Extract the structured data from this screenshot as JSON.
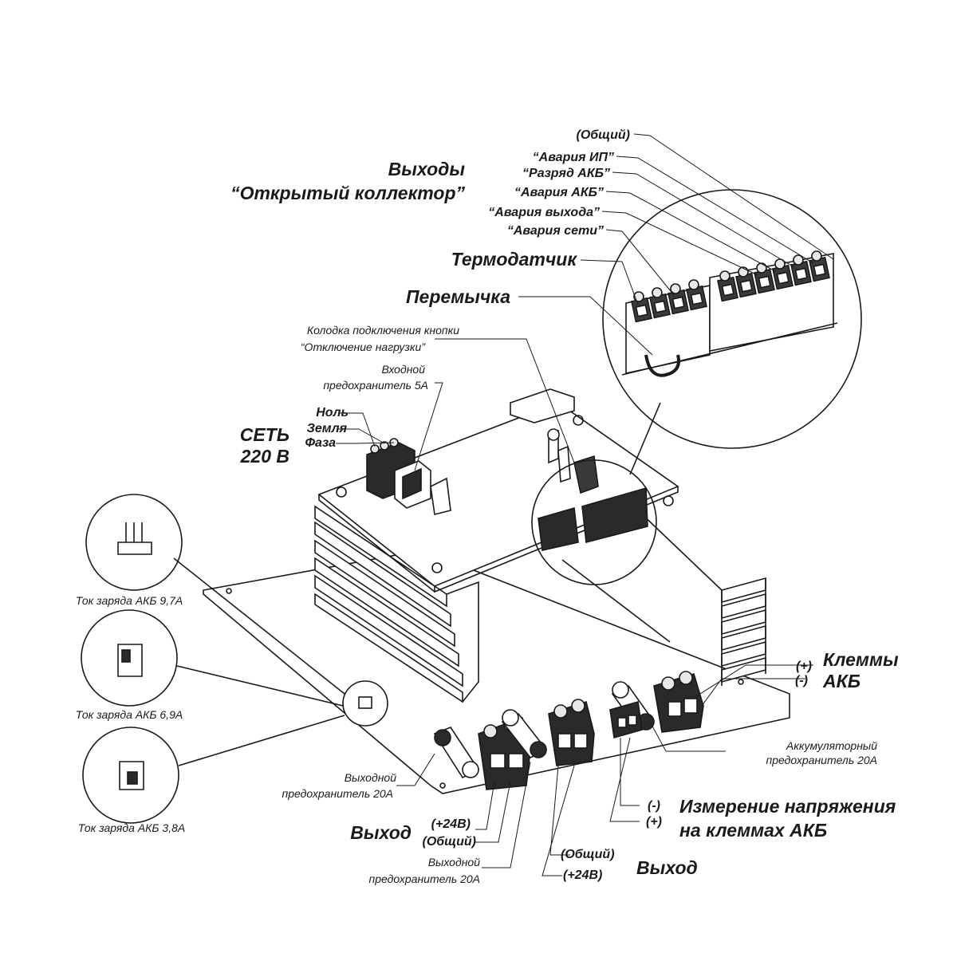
{
  "open_collector": {
    "title_line1": "Выходы",
    "title_line2": "“Открытый коллектор”",
    "terminals": [
      "(Общий)",
      "“Авария ИП”",
      "“Разряд АКБ”",
      "“Авария АКБ”",
      "“Авария выхода”",
      "“Авария сети”"
    ]
  },
  "thermo_label": "Термодатчик",
  "jumper_label": "Перемычка",
  "button_block": {
    "line1": "Колодка подключения кнопки",
    "line2": "“Отключение нагрузки”"
  },
  "input_fuse": {
    "line1": "Входной",
    "line2": "предохранитель 5А"
  },
  "mains": {
    "title_line1": "СЕТЬ",
    "title_line2": "220 В",
    "wires": [
      "Ноль",
      "Земля",
      "Фаза"
    ]
  },
  "charge_current": [
    "Ток заряда АКБ 9,7А",
    "Ток заряда АКБ 6,9А",
    "Ток заряда АКБ 3,8А"
  ],
  "battery_terminals": {
    "plus": "(+)",
    "minus": "(-)",
    "title_line1": "Клеммы",
    "title_line2": "АКБ"
  },
  "battery_fuse": {
    "line1": "Аккумуляторный",
    "line2": "предохранитель 20А"
  },
  "voltage_measure": {
    "minus": "(-)",
    "plus": "(+)",
    "line1": "Измерение напряжения",
    "line2": "на клеммах АКБ"
  },
  "output_fuse_left": {
    "line1": "Выходной",
    "line2": "предохранитель 20А"
  },
  "output_fuse_mid": {
    "line1": "Выходной",
    "line2": "предохранитель 20А"
  },
  "output_left": {
    "title": "Выход",
    "plus": "(+24В)",
    "common": "(Общий)"
  },
  "output_right": {
    "title": "Выход",
    "common": "(Общий)",
    "plus": "(+24В)"
  },
  "colors": {
    "line": "#1a1a1a",
    "board": "#ffffff",
    "terminal": "#3a3a3a",
    "terminal_dark": "#222222"
  }
}
